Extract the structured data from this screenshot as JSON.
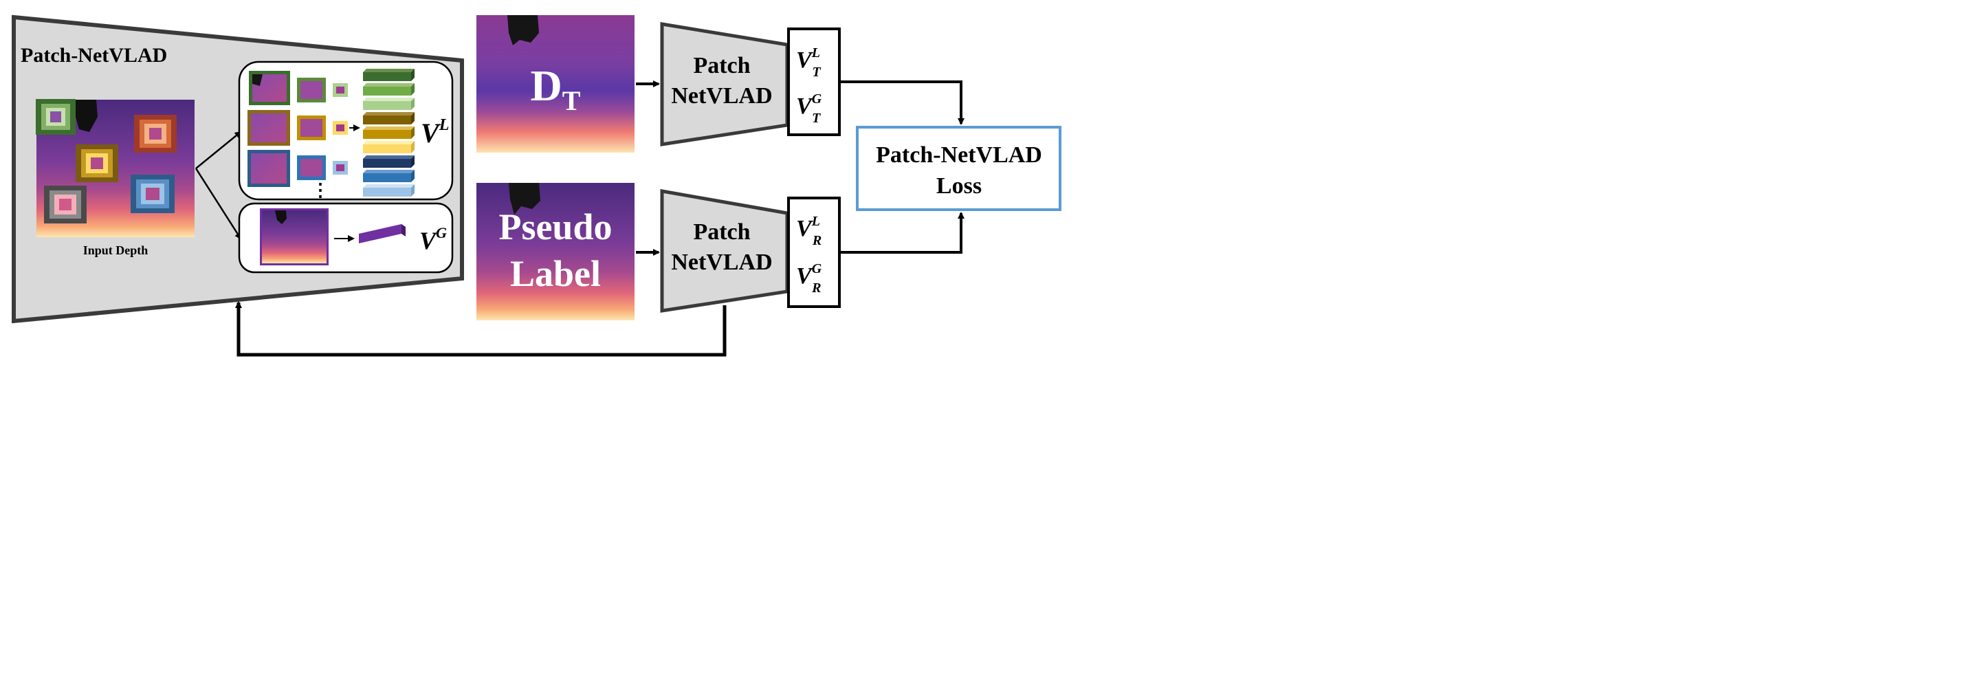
{
  "diagram": {
    "panel_title": "Patch-NetVLAD",
    "input_caption": "Input Depth",
    "vertical_dots": "⋮",
    "vl_symbol": "V",
    "vl_sup": "L",
    "vg_symbol": "V",
    "vg_sup": "G",
    "dt_main": "D",
    "dt_sub": "T",
    "pseudo_line1": "Pseudo",
    "pseudo_line2": "Label",
    "encoder_top": {
      "line1": "Patch",
      "line2": "NetVLAD"
    },
    "encoder_bottom": {
      "line1": "Patch",
      "line2": "NetVLAD"
    },
    "desc_top": {
      "v1": "V",
      "v1_sup": "L",
      "v1_sub": "T",
      "v2": "V",
      "v2_sup": "G",
      "v2_sub": "T"
    },
    "desc_bottom": {
      "v1": "V",
      "v1_sup": "L",
      "v1_sub": "R",
      "v2": "V",
      "v2_sup": "G",
      "v2_sub": "R"
    },
    "loss_line1": "Patch-NetVLAD",
    "loss_line2": "Loss"
  },
  "colors": {
    "panel_fill": "#d9d9d9",
    "outline": "#3a3a3a",
    "loss_border": "#5b9bd5",
    "depth_top": "#6b3fa0",
    "depth_mid": "#b0488c",
    "depth_bottom": "#fbe3a8"
  },
  "icons": [
    "patch-square-icon",
    "descriptor-bar-icon",
    "arrow-icon",
    "encoder-trapezoid-icon"
  ]
}
